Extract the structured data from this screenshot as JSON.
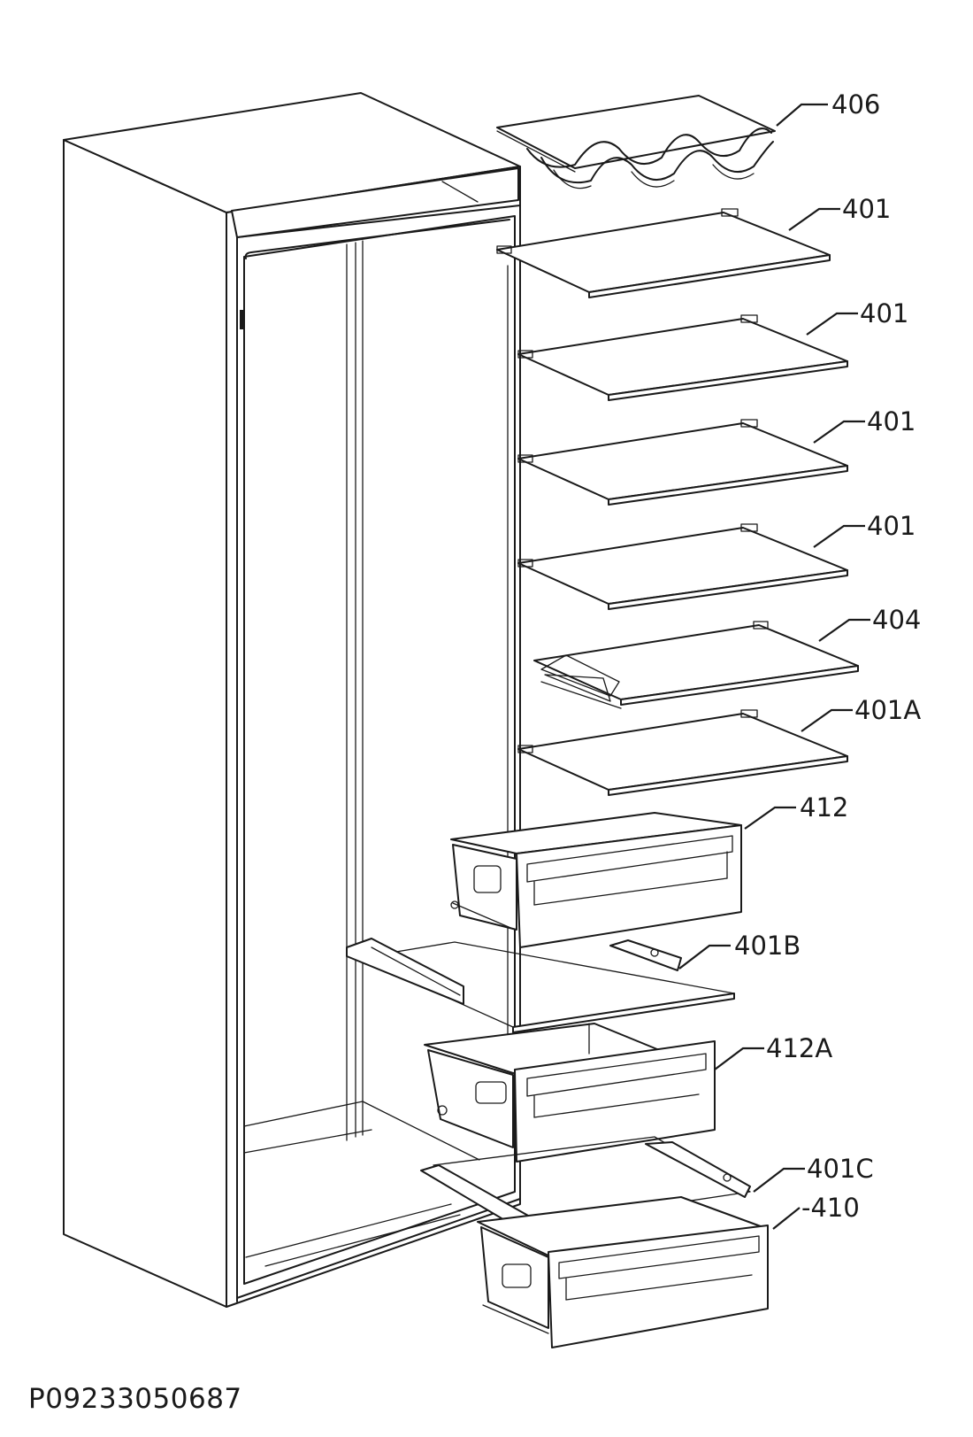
{
  "document_code": "P09233050687",
  "callouts": [
    {
      "id": "wine-rack",
      "label": "406"
    },
    {
      "id": "shelf-1",
      "label": "401"
    },
    {
      "id": "shelf-2",
      "label": "401"
    },
    {
      "id": "shelf-3",
      "label": "401"
    },
    {
      "id": "shelf-4",
      "label": "401"
    },
    {
      "id": "shelf-trim",
      "label": "404"
    },
    {
      "id": "shelf-a",
      "label": "401A"
    },
    {
      "id": "drawer-upper",
      "label": "412"
    },
    {
      "id": "shelf-b",
      "label": "401B"
    },
    {
      "id": "drawer-middle",
      "label": "412A"
    },
    {
      "id": "shelf-c",
      "label": "401C"
    },
    {
      "id": "drawer-lower",
      "label": "-410"
    }
  ]
}
